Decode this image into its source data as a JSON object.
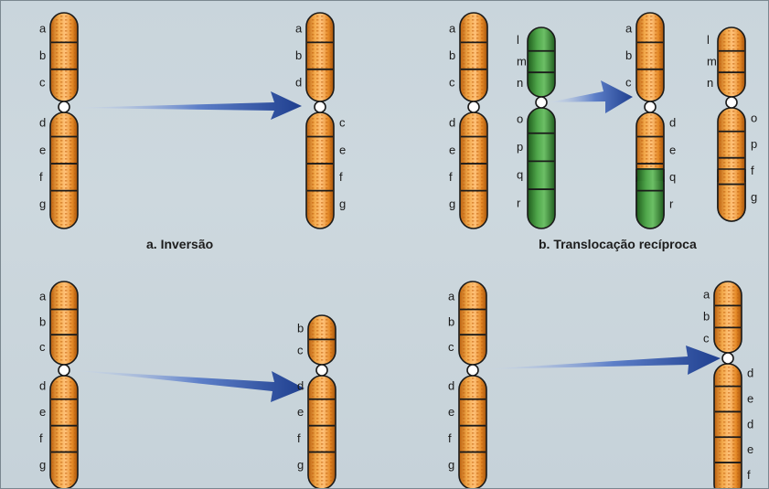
{
  "colors": {
    "orange": "#e8952e",
    "orange_dark": "#9a4f0c",
    "green": "#3f8f3a",
    "green_dark": "#1d4f1c",
    "arrow": "#2c4f9c",
    "background": "#c9d5dc"
  },
  "panels": {
    "inversion": {
      "caption": "a. Inversão",
      "original_labels": [
        "a",
        "b",
        "c",
        "d",
        "e",
        "f",
        "g"
      ],
      "result_labels": [
        "a",
        "b",
        "d",
        "c",
        "e",
        "f",
        "g"
      ]
    },
    "reciprocal_translocation": {
      "caption": "b. Translocação recíproca",
      "chromosome_1_labels": [
        "a",
        "b",
        "c",
        "d",
        "e",
        "f",
        "g"
      ],
      "chromosome_2_labels": [
        "l",
        "m",
        "n",
        "o",
        "p",
        "q",
        "r"
      ],
      "result_1_labels": [
        "a",
        "b",
        "c",
        "d",
        "e",
        "q",
        "r"
      ],
      "result_2_labels": [
        "l",
        "m",
        "n",
        "o",
        "p",
        "f",
        "g"
      ]
    },
    "deletion": {
      "original_labels": [
        "a",
        "b",
        "c",
        "d",
        "e",
        "f",
        "g"
      ],
      "result_labels": [
        "b",
        "c",
        "d",
        "e",
        "f",
        "g"
      ]
    },
    "duplication": {
      "original_labels": [
        "a",
        "b",
        "c",
        "d",
        "e",
        "f",
        "g"
      ],
      "result_labels": [
        "a",
        "b",
        "c",
        "d",
        "e",
        "d",
        "e",
        "f"
      ]
    }
  }
}
